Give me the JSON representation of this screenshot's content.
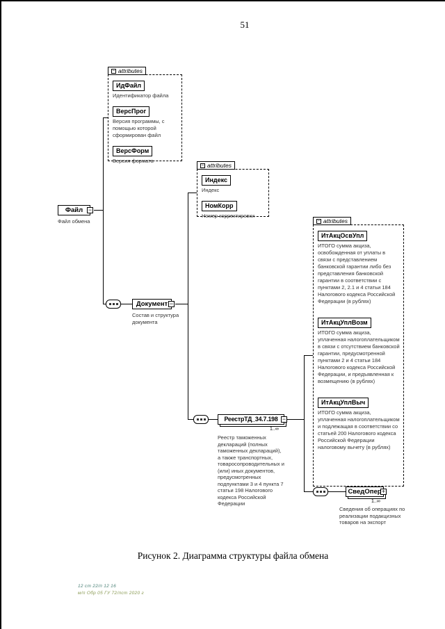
{
  "page": {
    "number": "51",
    "figure_caption": "Рисунок 2. Диаграмма структуры файла обмена",
    "stamp_line1": "12 ст 22/п 12 16",
    "stamp_line2": "м/п Обр 05 ГУ 72/пст 2020 г"
  },
  "icons": {
    "collapse": "−",
    "expand": "+"
  },
  "diagram": {
    "file_element": {
      "name": "Файл",
      "caption": "Файл обмена"
    },
    "file_attributes": {
      "header": "attributes",
      "items": [
        {
          "name": "ИдФайл",
          "caption": "Идентификатор файла"
        },
        {
          "name": "ВерсПрог",
          "caption": "Версия программы, с помощью которой сформирован файл"
        },
        {
          "name": "ВерсФорм",
          "caption": "Версия формата"
        }
      ]
    },
    "document_element": {
      "name": "Документ",
      "caption": "Состав и структура документа"
    },
    "document_attributes": {
      "header": "attributes",
      "items": [
        {
          "name": "Индекс",
          "caption": "Индекс"
        },
        {
          "name": "НомКорр",
          "caption": "Номер корректировки"
        }
      ]
    },
    "registry_element": {
      "name": "РеестрТД_34.7.198",
      "multiplicity": "1..∞",
      "caption": "Реестр таможенных деклараций (полных таможенных деклараций), а также транспортных, товаросопроводительных и (или) иных документов, предусмотренных подпунктами 3 и 4 пункта 7 статьи 198 Налогового кодекса Российской Федерации"
    },
    "registry_attributes": {
      "header": "attributes",
      "items": [
        {
          "name": "ИтАкцОсвУпл",
          "caption": "ИТОГО сумма акциза, освобожденная от уплаты в связи с представлением банковской гарантии либо без представления банковской гарантии в соответствии с пунктами 2, 2.1 и 4 статьи 184 Налогового кодекса Российской Федерации (в рублях)"
        },
        {
          "name": "ИтАкцУплВозм",
          "caption": "ИТОГО сумма акциза, уплаченная налогоплательщиком в связи с отсутствием банковской гарантии, предусмотренной пунктами 2 и 4 статьи 184 Налогового кодекса Российской Федерации, и предъявленная к возмещению (в рублях)"
        },
        {
          "name": "ИтАкцУплВыч",
          "caption": "ИТОГО сумма акциза, уплаченная налогоплательщиком и подлежащая в соответствии со статьей 200 Налогового кодекса Российской Федерации налоговому вычету (в рублях)"
        }
      ]
    },
    "svedoper_element": {
      "name": "СведОпер",
      "multiplicity": "1..∞",
      "caption": "Сведения об операциях по реализации подакцизных товаров на экспорт"
    }
  }
}
